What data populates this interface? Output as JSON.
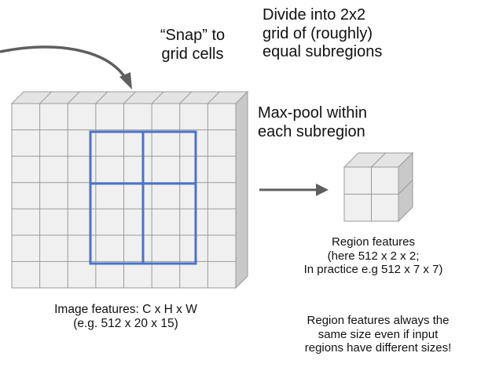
{
  "labels": {
    "snap": [
      "“Snap” to",
      "grid cells"
    ],
    "divide": [
      "Divide into 2x2",
      "grid of (roughly)",
      "equal subregions"
    ],
    "maxpool": [
      "Max-pool within",
      "each subregion"
    ],
    "image_features": [
      "Image features: C x H x W",
      "(e.g. 512 x 20 x 15)"
    ],
    "region_features": [
      "Region features",
      "(here 512 x 2 x 2;",
      "In practice e.g 512 x 7 x 7)"
    ],
    "note": [
      "Region features always the",
      "same size even if input",
      "regions have different sizes!"
    ]
  },
  "colors": {
    "grid_face": "#f0f0f0",
    "grid_line": "#9a9a9a",
    "side_face": "#c9c9c9",
    "top_face": "#e4e4e4",
    "highlight": "#4a74c9",
    "arrow": "#5f5f5f"
  },
  "icons": {
    "snap_arrow": "curved-arrow-icon",
    "pool_arrow": "right-arrow-icon"
  }
}
